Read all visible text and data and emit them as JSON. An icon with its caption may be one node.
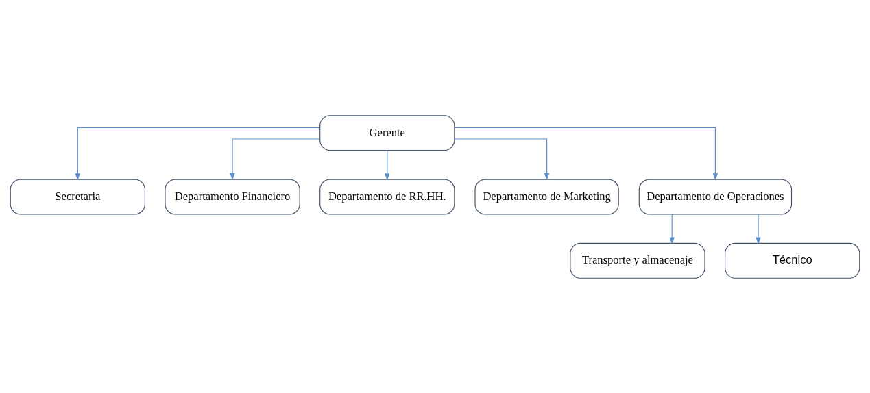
{
  "diagram": {
    "nodes": [
      {
        "text": [
          "Gerente"
        ]
      },
      {
        "text": [
          "Secretaria"
        ]
      },
      {
        "text": [
          "Departamento Financiero"
        ]
      },
      {
        "text": [
          "Departamento de RR.HH."
        ]
      },
      {
        "text": [
          "Departamento de Marketing"
        ]
      },
      {
        "text": [
          "Departamento de Operaciones"
        ]
      },
      {
        "text": [
          "Transporte y almacenaje"
        ]
      },
      {
        "text": [
          "Técnico"
        ]
      }
    ],
    "edges": [
      {
        "from": 0,
        "to": 1,
        "arrow": "to"
      },
      {
        "from": 0,
        "to": 2,
        "arrow": "to"
      },
      {
        "from": 0,
        "to": 3,
        "arrow": "to"
      },
      {
        "from": 0,
        "to": 4,
        "arrow": "to"
      },
      {
        "from": 0,
        "to": 5,
        "arrow": "to"
      },
      {
        "from": 5,
        "to": 6,
        "arrow": "to"
      },
      {
        "from": 5,
        "to": 7,
        "arrow": "to"
      }
    ]
  }
}
